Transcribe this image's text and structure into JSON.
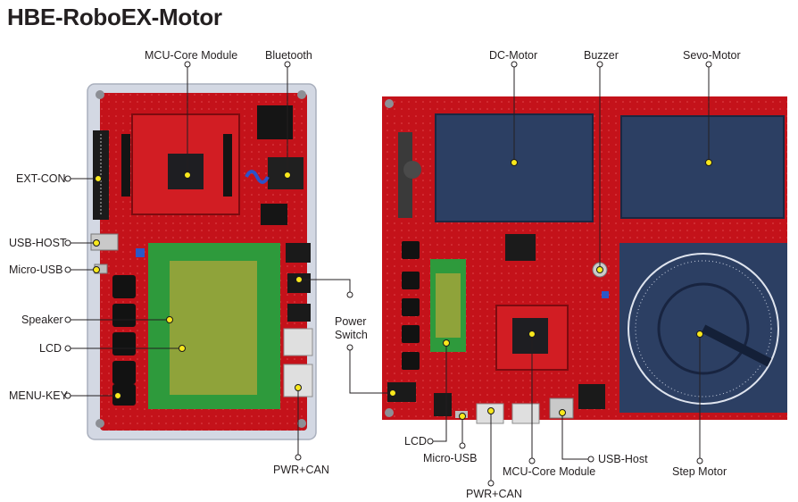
{
  "title": "HBE-RoboEX-Motor",
  "colors": {
    "board_red": "#c4121a",
    "case_gray": "#cfd4e0",
    "motor_blue": "#2c3f63",
    "lcd_green": "#8fa33a",
    "lcd_frame": "#2e9a3c",
    "marker_yellow": "#f8e81c",
    "leader_line": "#231f20"
  },
  "left_board": {
    "labels": {
      "mcu": "MCU-Core Module",
      "bluetooth": "Bluetooth",
      "ext_con": "EXT-CON",
      "usb_host": "USB-HOST",
      "micro_usb": "Micro-USB",
      "speaker": "Speaker",
      "lcd": "LCD",
      "menu_key": "MENU-KEY",
      "pwr_can": "PWR+CAN",
      "power_switch_1": "Power",
      "power_switch_2": "Switch"
    }
  },
  "right_board": {
    "labels": {
      "dc_motor": "DC-Motor",
      "buzzer": "Buzzer",
      "servo_motor": "Sevo-Motor",
      "lcd": "LCD",
      "micro_usb": "Micro-USB",
      "pwr_can": "PWR+CAN",
      "mcu": "MCU-Core Module",
      "usb_host": "USB-Host",
      "step_motor": "Step Motor"
    }
  }
}
